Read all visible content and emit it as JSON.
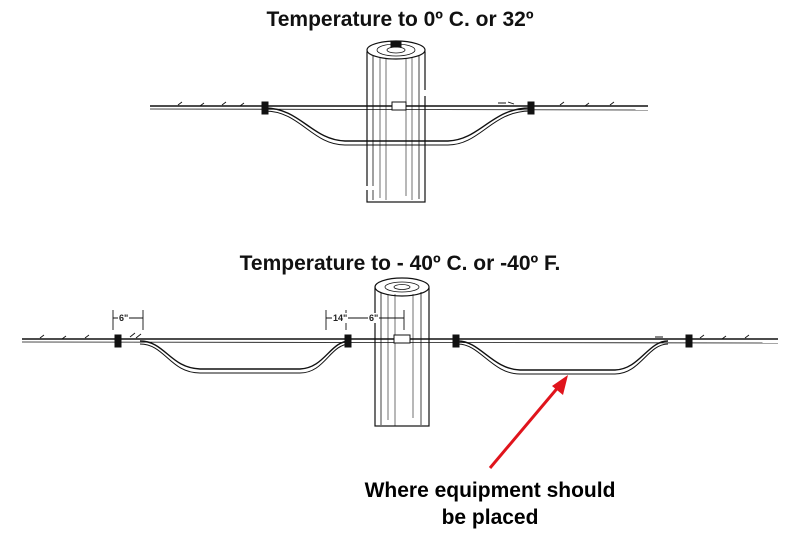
{
  "diagrams": {
    "top": {
      "title": "Temperature to 0º C. or 32º"
    },
    "bottom": {
      "title": "Temperature to - 40º C. or -40º F.",
      "dimensions": [
        "6\"",
        "14\"",
        "6\""
      ]
    }
  },
  "annotation": {
    "line1": "Where equipment should",
    "line2": "be placed",
    "arrow_color": "#e0141c"
  }
}
